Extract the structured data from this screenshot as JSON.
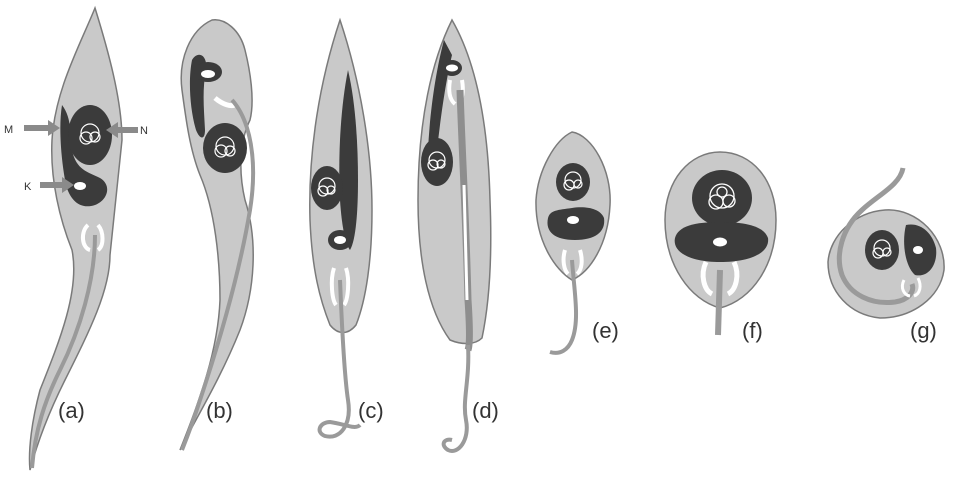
{
  "figure": {
    "panel_labels": [
      "(a)",
      "(b)",
      "(c)",
      "(d)",
      "(e)",
      "(f)",
      "(g)"
    ],
    "structure_labels": {
      "mitochondrion": "M",
      "nucleus": "N",
      "kinetoplast": "K"
    },
    "colors": {
      "cytoplasm": "#c9c9c9",
      "outline": "#7a7a7a",
      "dark": "#3b3b3b",
      "arrow": "#8a8a8a",
      "white": "#ffffff"
    }
  }
}
